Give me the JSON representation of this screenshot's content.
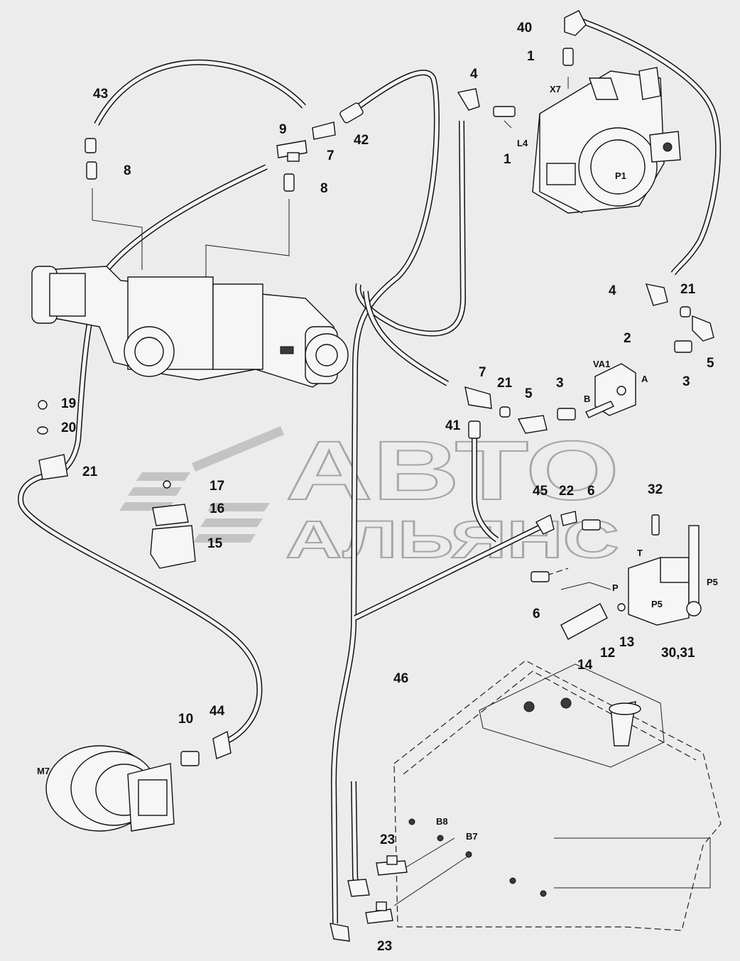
{
  "watermark": {
    "line1": "АВТО",
    "line2": "АЛЬЯНС"
  },
  "callouts": [
    {
      "id": "c40",
      "text": "40"
    },
    {
      "id": "c1a",
      "text": "1"
    },
    {
      "id": "cX7",
      "text": "X7"
    },
    {
      "id": "c4a",
      "text": "4"
    },
    {
      "id": "c1b",
      "text": "1"
    },
    {
      "id": "cL4",
      "text": "L4"
    },
    {
      "id": "cP1",
      "text": "P1"
    },
    {
      "id": "c43",
      "text": "43"
    },
    {
      "id": "c9",
      "text": "9"
    },
    {
      "id": "c7a",
      "text": "7"
    },
    {
      "id": "c42",
      "text": "42"
    },
    {
      "id": "c8a",
      "text": "8"
    },
    {
      "id": "c8b",
      "text": "8"
    },
    {
      "id": "c4b",
      "text": "4"
    },
    {
      "id": "c21a",
      "text": "21"
    },
    {
      "id": "c2",
      "text": "2"
    },
    {
      "id": "c5a",
      "text": "5"
    },
    {
      "id": "cVA1",
      "text": "VA1"
    },
    {
      "id": "cA",
      "text": "A"
    },
    {
      "id": "c3a",
      "text": "3"
    },
    {
      "id": "cB",
      "text": "B"
    },
    {
      "id": "c7b",
      "text": "7"
    },
    {
      "id": "c21b",
      "text": "21"
    },
    {
      "id": "c5b",
      "text": "5"
    },
    {
      "id": "c3b",
      "text": "3"
    },
    {
      "id": "c41",
      "text": "41"
    },
    {
      "id": "c19",
      "text": "19"
    },
    {
      "id": "c20",
      "text": "20"
    },
    {
      "id": "c21c",
      "text": "21"
    },
    {
      "id": "c17",
      "text": "17"
    },
    {
      "id": "c16",
      "text": "16"
    },
    {
      "id": "c15",
      "text": "15"
    },
    {
      "id": "c45",
      "text": "45"
    },
    {
      "id": "c22",
      "text": "22"
    },
    {
      "id": "c6a",
      "text": "6"
    },
    {
      "id": "c32",
      "text": "32"
    },
    {
      "id": "cT",
      "text": "T"
    },
    {
      "id": "cP5a",
      "text": "P5"
    },
    {
      "id": "cP",
      "text": "P"
    },
    {
      "id": "cP5b",
      "text": "P5"
    },
    {
      "id": "c6b",
      "text": "6"
    },
    {
      "id": "c13",
      "text": "13"
    },
    {
      "id": "c12",
      "text": "12"
    },
    {
      "id": "c14",
      "text": "14"
    },
    {
      "id": "c3031",
      "text": "30,31"
    },
    {
      "id": "c46",
      "text": "46"
    },
    {
      "id": "c10",
      "text": "10"
    },
    {
      "id": "c44",
      "text": "44"
    },
    {
      "id": "cM7",
      "text": "M7"
    },
    {
      "id": "c23a",
      "text": "23"
    },
    {
      "id": "cB8",
      "text": "B8"
    },
    {
      "id": "cB7",
      "text": "B7"
    },
    {
      "id": "c23b",
      "text": "23"
    }
  ]
}
